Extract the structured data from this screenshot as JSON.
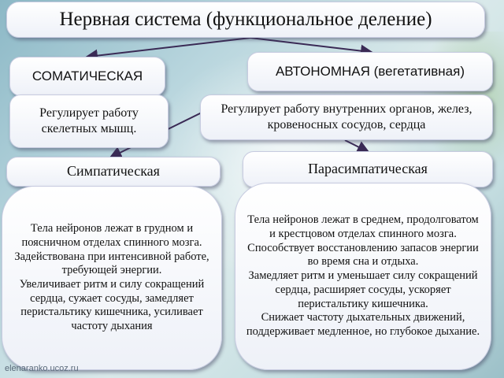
{
  "title": "Нервная система (функциональное деление)",
  "somatic": {
    "label": "СОМАТИЧЕСКАЯ",
    "description": "Регулирует работу скелетных мышц."
  },
  "autonomic": {
    "label": "АВТОНОМНАЯ (вегетативная)",
    "description": "Регулирует работу внутренних органов, желез, кровеносных сосудов, сердца"
  },
  "sympathetic": {
    "label": "Симпатическая",
    "description": "Тела нейронов лежат в грудном и поясничном отделах спинного мозга.\nЗадействована при интенсивной работе, требующей энергии.\nУвеличивает ритм и силу сокращений сердца, сужает сосуды, замедляет перистальтику кишечника, усиливает частоту дыхания"
  },
  "parasympathetic": {
    "label": "Парасимпатическая",
    "description": "Тела нейронов лежат в среднем, продолговатом и крестцовом отделах спинного мозга.\nСпособствует восстановлению запасов энергии во время сна и отдыха.\nЗамедляет ритм и уменьшает силу сокращений сердца, расширяет сосуды, ускоряет перистальтику кишечника.\nСнижает частоту дыхательных движений, поддерживает медленное, но глубокое  дыхание."
  },
  "watermark": "elenaranko.ucoz.ru",
  "colors": {
    "arrow": "#3a2a55",
    "box_border": "#c7cbe0"
  }
}
